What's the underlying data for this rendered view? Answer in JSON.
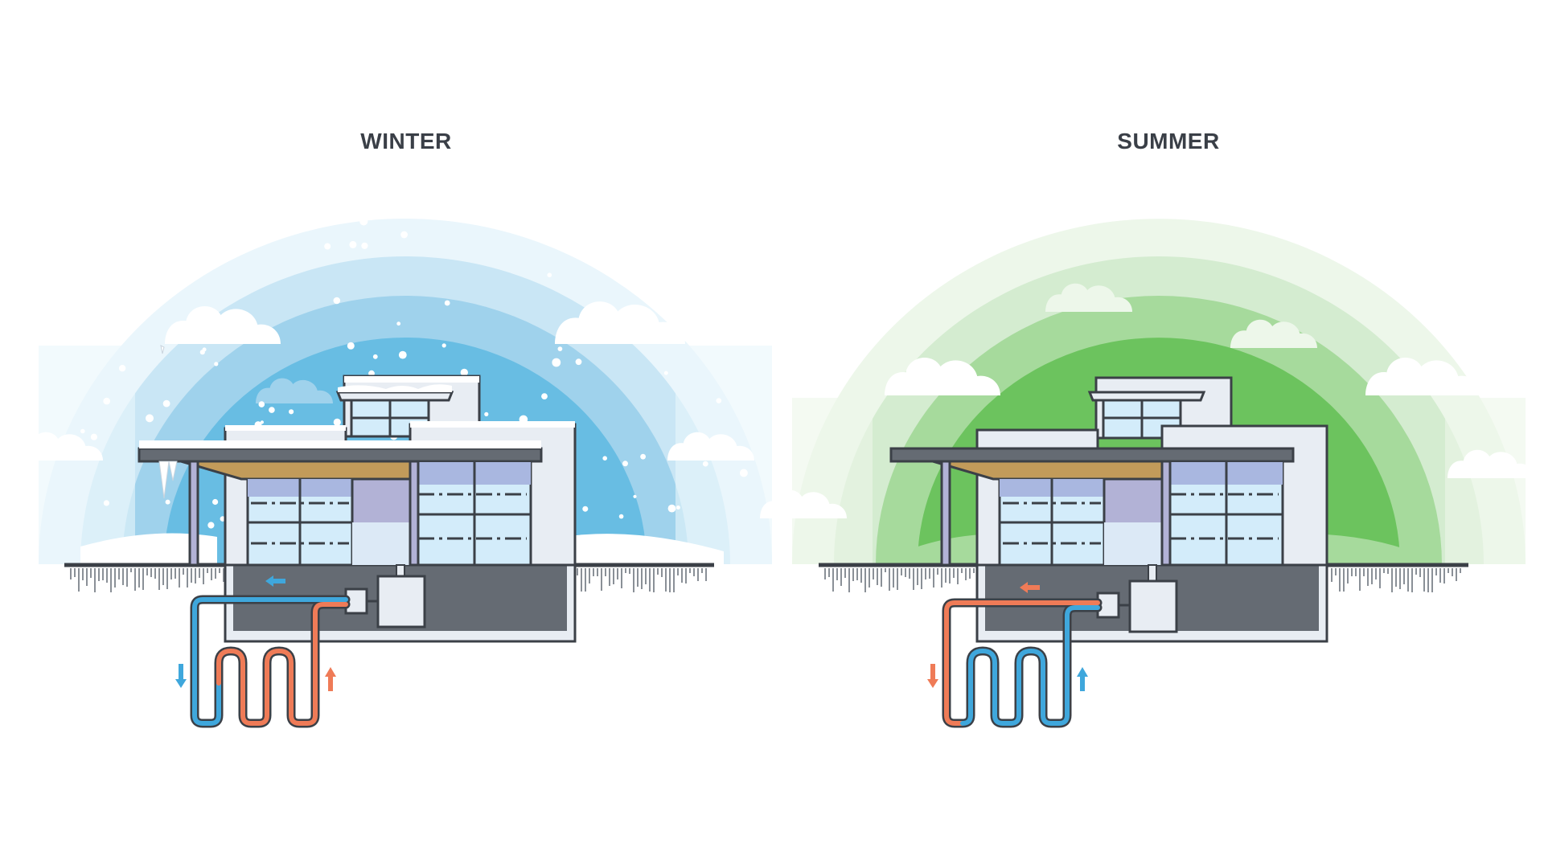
{
  "panels": [
    {
      "key": "winter",
      "title": "WINTER"
    },
    {
      "key": "summer",
      "title": "SUMMER"
    }
  ],
  "colors": {
    "title_text": "#3a3f47",
    "outline": "#3b4047",
    "ground": "#3b4047",
    "basement": "#656b73",
    "wall_light": "#e8edf3",
    "wall_blue_tint": "#dce9f6",
    "window_glass": "#d3ecfa",
    "window_tint": "#a9b7e0",
    "door_panel": "#b2b2d6",
    "roof_wood": "#c29b5a",
    "hot_pipe": "#ef7b57",
    "cold_pipe": "#3fa7dc",
    "snow": "#ffffff",
    "winter_arcs": [
      "#eaf6fc",
      "#c9e6f5",
      "#9fd2ec",
      "#68bde3"
    ],
    "summer_arcs": [
      "#edf7ea",
      "#d4ecd0",
      "#a6da9c",
      "#6cc35e"
    ]
  },
  "icons": [
    "snowflake-dots",
    "cloud-icon",
    "icicle-icon",
    "arrow-up-icon",
    "arrow-down-icon",
    "arrow-left-icon",
    "heat-pump-unit-icon"
  ]
}
